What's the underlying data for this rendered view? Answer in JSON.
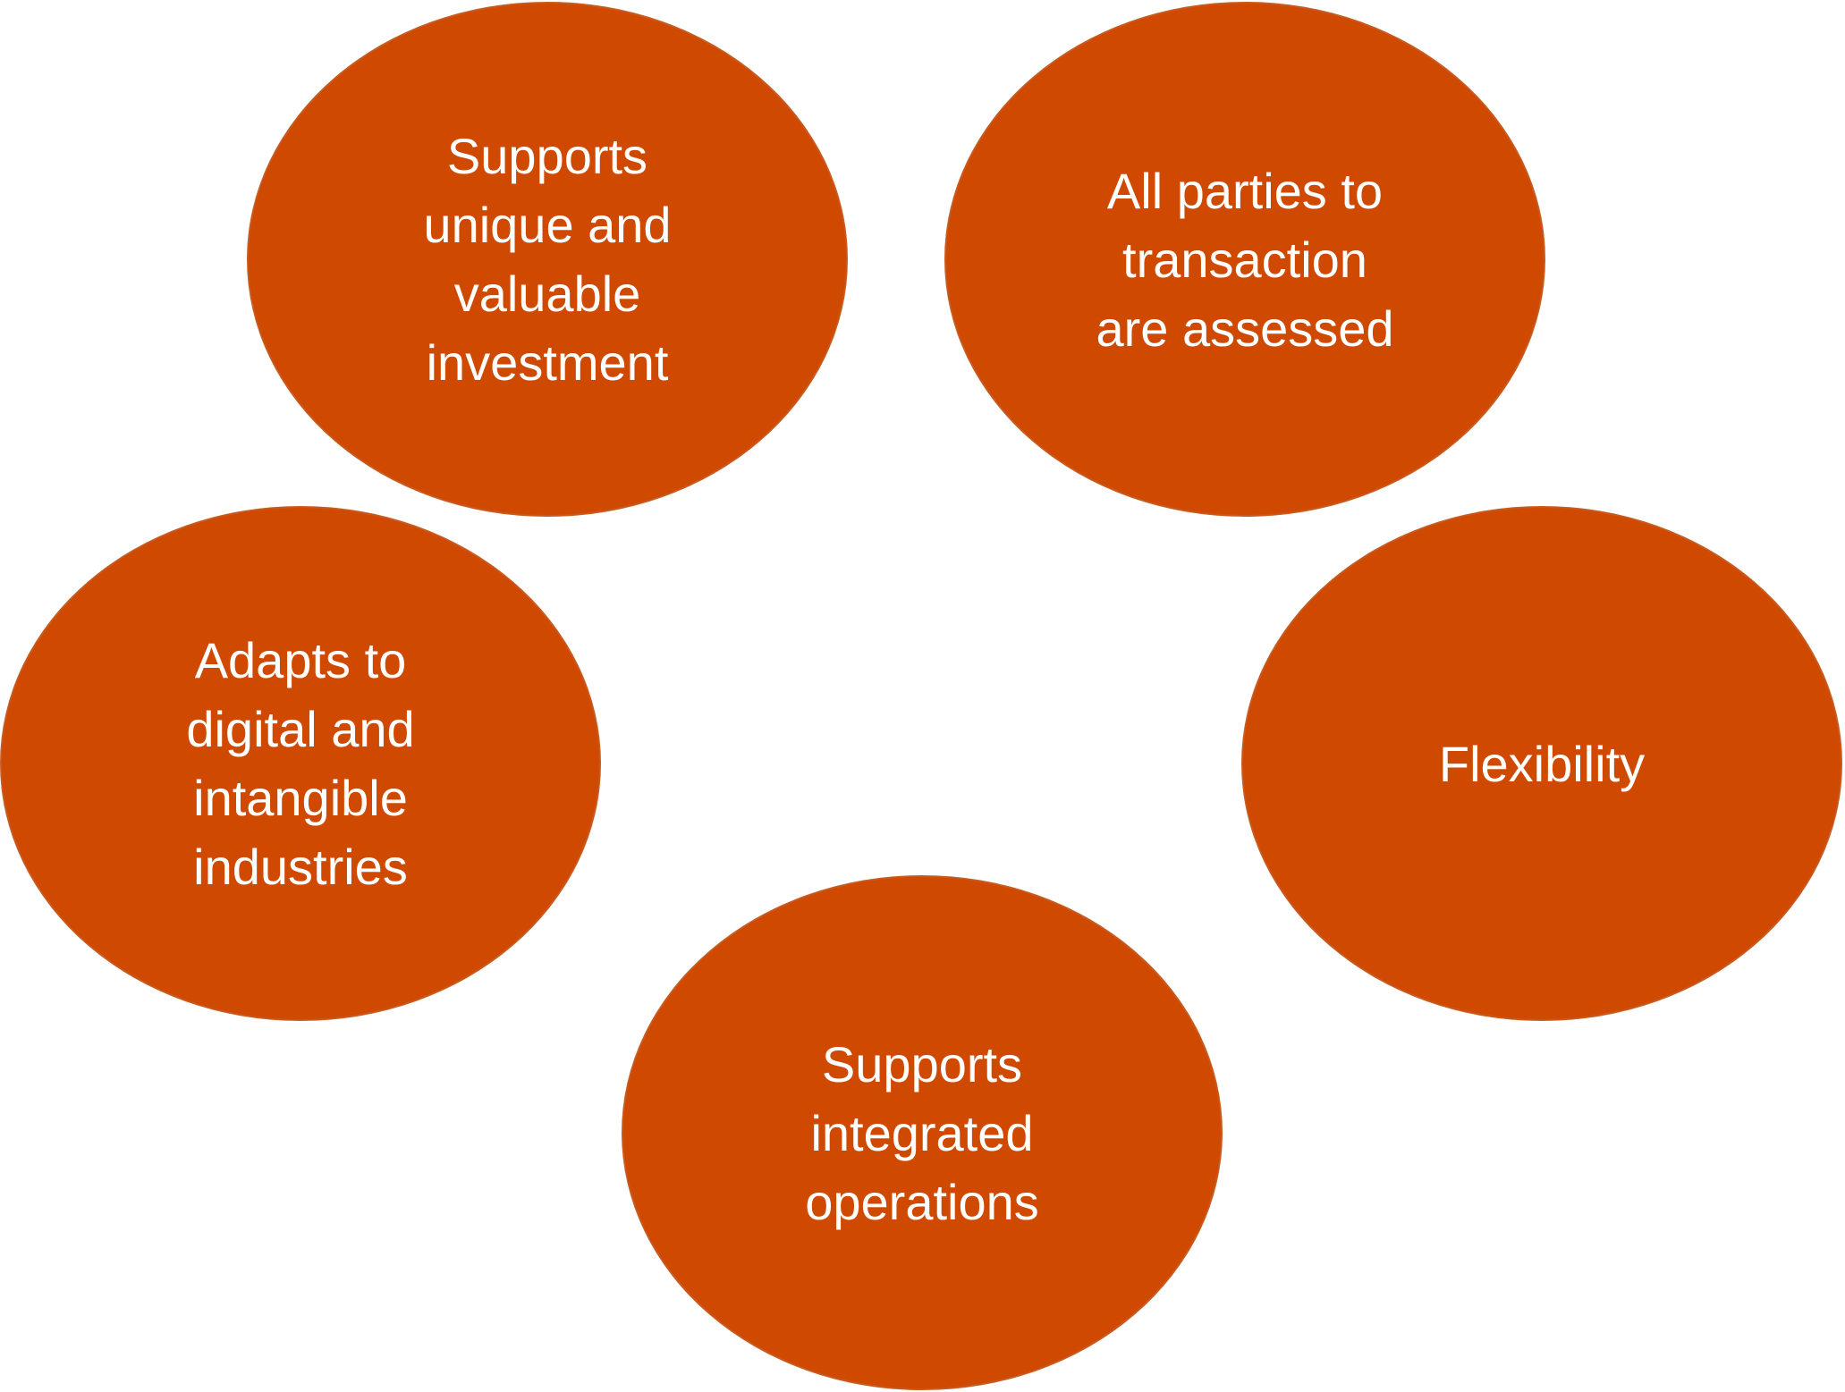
{
  "diagram": {
    "fill_color": "#cf4901",
    "text_color": "#ffffff",
    "nodes": [
      {
        "id": "unique-investment",
        "label": "Supports\nunique and\nvaluable\ninvestment"
      },
      {
        "id": "parties-assessed",
        "label": "All parties to\ntransaction\nare assessed"
      },
      {
        "id": "digital-intangible",
        "label": "Adapts to\ndigital and\nintangible\nindustries"
      },
      {
        "id": "flexibility",
        "label": "Flexibility"
      },
      {
        "id": "integrated-operations",
        "label": "Supports\nintegrated\noperations"
      }
    ]
  }
}
